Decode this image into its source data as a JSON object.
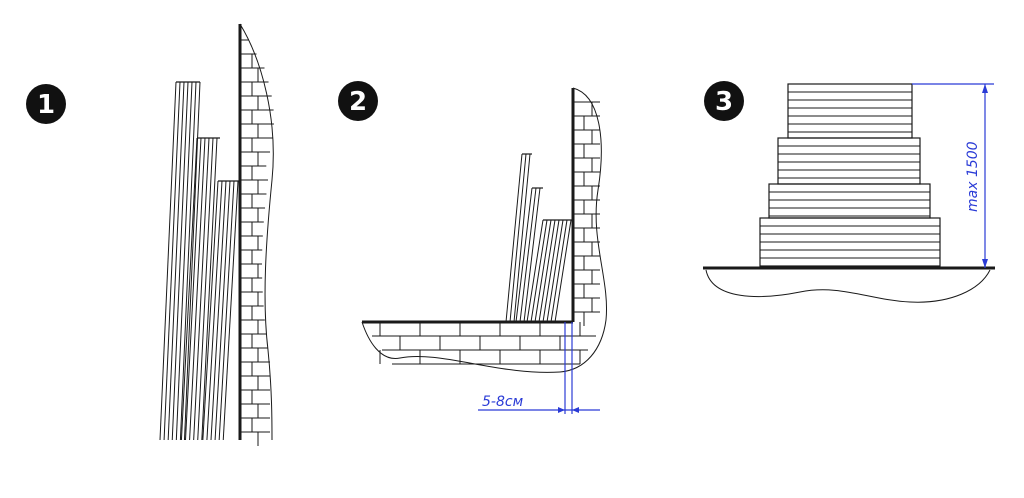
{
  "diagram": {
    "steps": [
      {
        "number": "1"
      },
      {
        "number": "2"
      },
      {
        "number": "3"
      }
    ],
    "annotations": {
      "gap": "5-8см",
      "max_height": "max 1500"
    },
    "colors": {
      "ink": "#1a1a1a",
      "dimension": "#2a3bd6",
      "badge": "#111111"
    }
  }
}
